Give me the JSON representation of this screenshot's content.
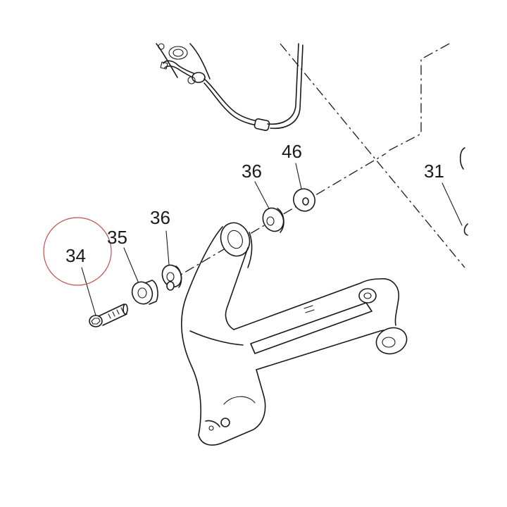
{
  "callouts": [
    {
      "id": "34",
      "label": "34"
    },
    {
      "id": "35",
      "label": "35"
    },
    {
      "id": "36a",
      "label": "36"
    },
    {
      "id": "36b",
      "label": "36"
    },
    {
      "id": "46",
      "label": "46"
    },
    {
      "id": "31",
      "label": "31"
    }
  ],
  "colors": {
    "ink": "#1a1a1a",
    "highlight-circle": "#c0504d",
    "background": "#ffffff"
  }
}
